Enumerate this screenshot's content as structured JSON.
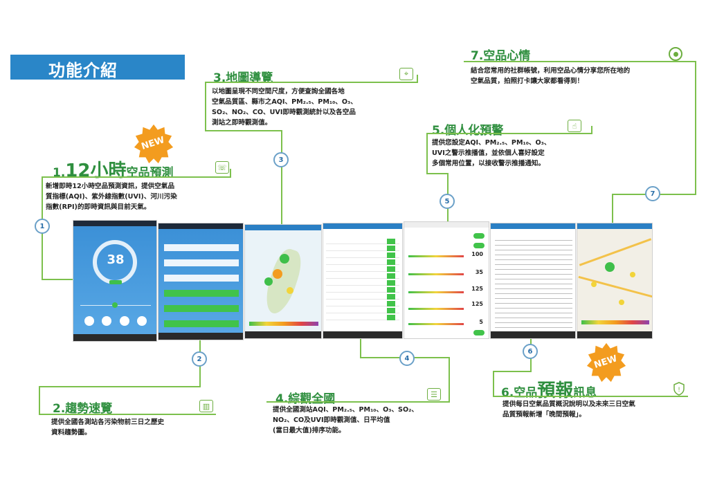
{
  "header": {
    "title": "功能介紹"
  },
  "sections": {
    "s1": {
      "number": "1.",
      "title_big": "12小時",
      "title_rest": "空品預測",
      "badge": "NEW",
      "marker": "1",
      "lines": [
        "新增即時12小時空品預測資訊，提供空氣品",
        "質指標(AQI)、紫外線指數(UVI)、河川污染",
        "指數(RPI)的即時資訊與目前天氣。"
      ]
    },
    "s2": {
      "title": "2.趨勢速覽",
      "marker": "2",
      "lines": [
        "提供全國各測站各污染物前三日之歷史",
        "資料趨勢圖。"
      ]
    },
    "s3": {
      "title": "3.地圖導覽",
      "marker": "3",
      "lines": [
        "以地圖呈現不同空間尺度，方便查詢全國各地",
        "空氣品質區、縣市之AQI、PM₂.₅、PM₁₀、O₃、",
        "SO₂、NO₂、CO、UVI即時觀測統計以及各空品",
        "測站之即時觀測值。"
      ]
    },
    "s4": {
      "title": "4.綜觀全國",
      "marker": "4",
      "lines": [
        "提供全國測站AQI、PM₂.₅、PM₁₀、O₃、SO₂、",
        "NO₂、CO及UVI即時觀測值、日平均值",
        "(當日最大值)排序功能。"
      ]
    },
    "s5": {
      "title": "5.個人化預警",
      "marker": "5",
      "lines": [
        "提供您設定AQI、PM₂.₅、PM₁₀、O₃、",
        "UVI之警示推播值，並依個人喜好設定",
        "多個常用位置，以接收警示推播通知。"
      ]
    },
    "s6": {
      "number": "6.",
      "title_a": "空品",
      "title_big": "預報",
      "title_b": "訊息",
      "badge": "NEW",
      "marker": "6",
      "lines": [
        "提供每日空氣品質概況說明以及未來三日空氣",
        "品質預報新增「晚間預報」。"
      ]
    },
    "s7": {
      "title": "7.空品心情",
      "marker": "7",
      "lines": [
        "結合您常用的社群帳號，利用空品心情分享您所在地的",
        "空氣品質，拍照打卡讓大家都看得到！"
      ]
    }
  },
  "phones": {
    "p1": {
      "aqi_value": "38"
    },
    "p5": {
      "values": [
        "100",
        "35",
        "125",
        "125",
        "5"
      ]
    }
  },
  "colors": {
    "banner": "#2a86c8",
    "green_title": "#2f8f3f",
    "green_line": "#7cc04c",
    "badge_orange": "#f39c1f"
  }
}
